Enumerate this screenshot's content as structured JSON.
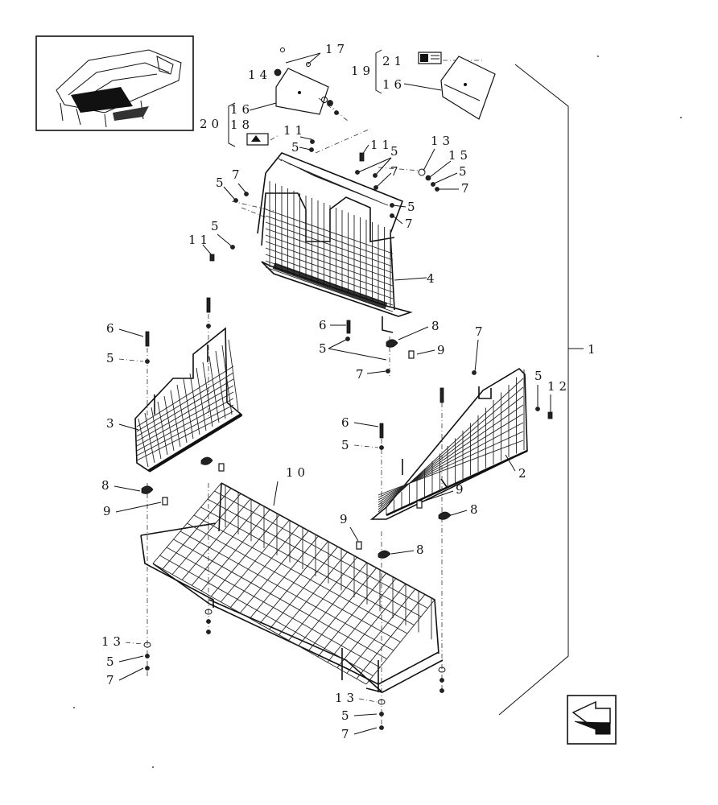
{
  "labels": {
    "l1": "1",
    "l2": "2",
    "l3": "3",
    "l4": "4",
    "l5": "5",
    "l6": "6",
    "l7": "7",
    "l8": "8",
    "l9": "9",
    "l10": "10",
    "l11": "11",
    "l12": "12",
    "l13": "13",
    "l14": "14",
    "l15": "15",
    "l16": "16",
    "l17": "17",
    "l18": "18",
    "l19": "19",
    "l20": "20",
    "l21": "21"
  },
  "icons": {
    "inset": "machine-location-inset-icon",
    "nav": "next-page-arrow-icon"
  }
}
